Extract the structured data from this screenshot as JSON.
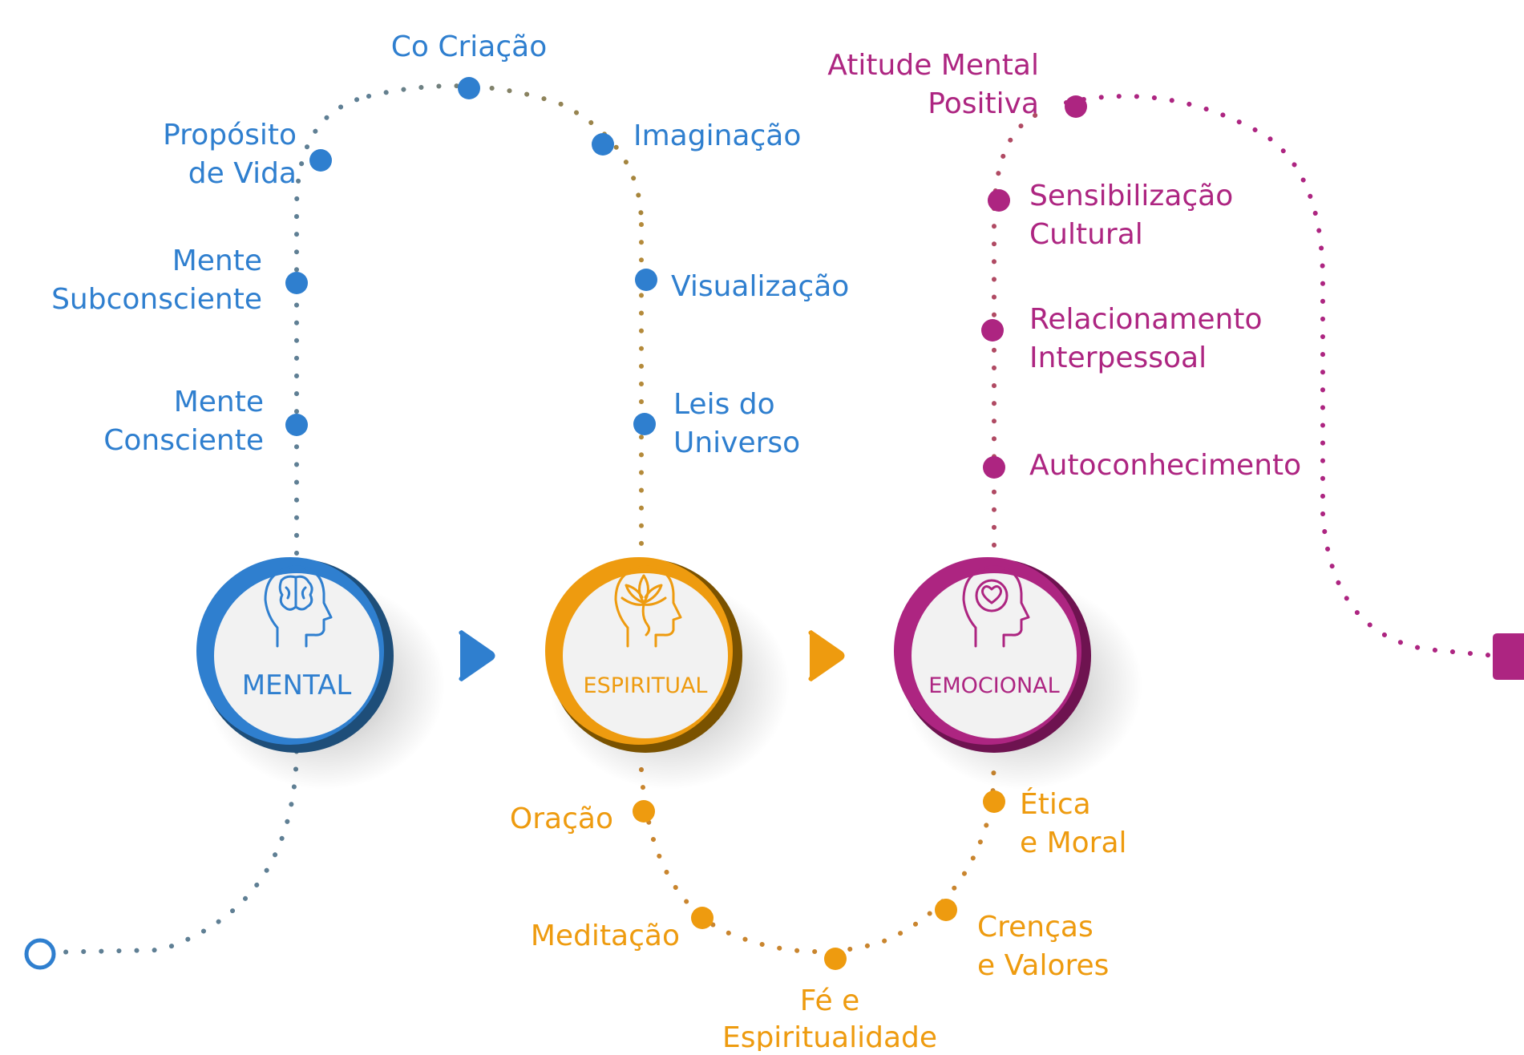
{
  "colors": {
    "blue": "#2f7fcf",
    "blue_dark": "#1e4e79",
    "grey_path": "#5f7f94",
    "orange": "#ee9b0f",
    "orange_dark": "#7a5200",
    "magenta": "#ad2581",
    "magenta_dark": "#6e1350",
    "center_fill": "#f2f2f2"
  },
  "pillars": {
    "mental": {
      "label": "MENTAL",
      "icon": "brain-head-icon"
    },
    "espiritual": {
      "label": "ESPIRITUAL",
      "icon": "lotus-head-icon"
    },
    "emocional": {
      "label": "EMOCIONAL",
      "icon": "heart-head-icon"
    }
  },
  "labels": {
    "co_criacao": "Co Criação",
    "proposito_1": "Propósito",
    "proposito_2": "de Vida",
    "subconsciente_1": "Mente",
    "subconsciente_2": "Subconsciente",
    "consciente_1": "Mente",
    "consciente_2": "Consciente",
    "imaginacao": "Imaginação",
    "visualizacao": "Visualização",
    "leis_1": "Leis do",
    "leis_2": "Universo",
    "oracao": "Oração",
    "meditacao": "Meditação",
    "fe_1": "Fé e",
    "fe_2": "Espiritualidade",
    "crencas_1": "Crenças",
    "crencas_2": "e Valores",
    "etica_1": "Ética",
    "etica_2": "e Moral",
    "atitude_1": "Atitude Mental",
    "atitude_2": "Positiva",
    "sensibilizacao_1": "Sensibilização",
    "sensibilizacao_2": "Cultural",
    "relacionamento_1": "Relacionamento",
    "relacionamento_2": "Interpessoal",
    "autoconhecimento": "Autoconhecimento"
  }
}
